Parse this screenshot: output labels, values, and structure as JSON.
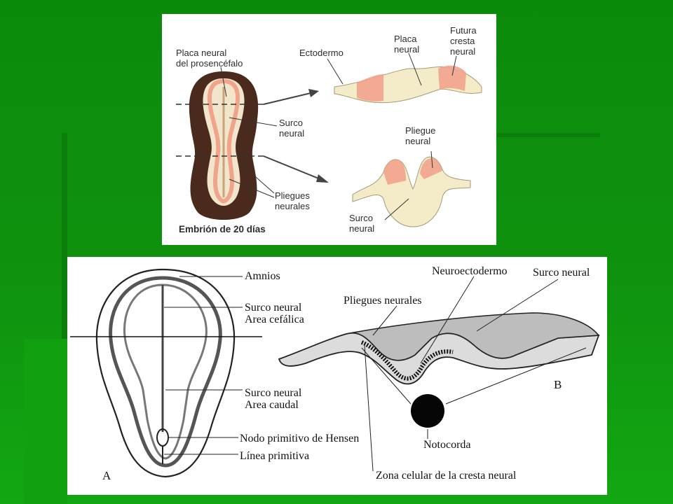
{
  "top_panel": {
    "labels": {
      "placa_prosencefalo": "Placa neural\ndel prosencéfalo",
      "ectodermo": "Ectodermo",
      "placa_neural": "Placa\nneural",
      "futura_cresta": "Futura\ncresta\nneural",
      "surco_neural_1": "Surco\nneural",
      "pliegue_neural": "Pliegue\nneural",
      "pliegues_neurales": "Pliegues\nneurales",
      "surco_neural_2": "Surco\nneural",
      "caption": "Embrión de 20 días"
    }
  },
  "bottom_panel": {
    "labels": {
      "amnios": "Amnios",
      "surco_cefalica": "Surco neural\nArea cefálica",
      "surco_caudal": "Surco neural\nArea caudal",
      "nodo": "Nodo primitivo de Hensen",
      "linea": "Línea primitiva",
      "letter_a": "A",
      "neuroectodermo": "Neuroectodermo",
      "surco_neural_b": "Surco neural",
      "pliegues_neurales_b": "Pliegues neurales",
      "letter_b": "B",
      "notocorda": "Notocorda",
      "zona_celular": "Zona celular de la cresta neural"
    }
  },
  "colors": {
    "background": "#0f920f",
    "embryo_dark": "#4a2a1c",
    "embryo_light": "#f1e6cc",
    "neural_pink": "#f2a38c",
    "cell_cream": "#f4ebc9",
    "line_ink": "#333333"
  }
}
